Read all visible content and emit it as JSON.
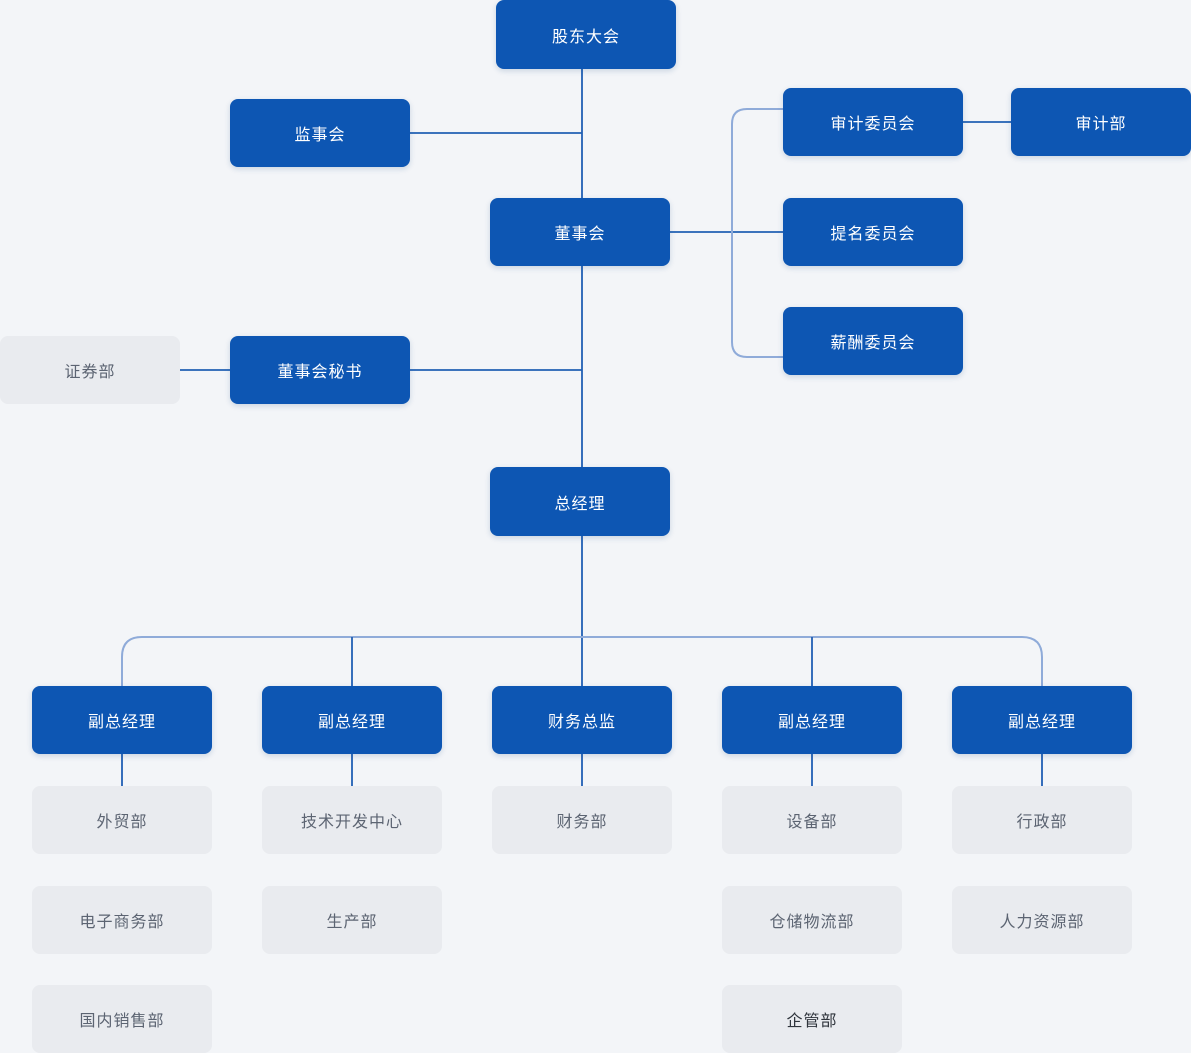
{
  "colors": {
    "background": "#f3f5f8",
    "node_primary": "#0d56b3",
    "node_primary_text": "#ffffff",
    "node_dept": "#e9ebef",
    "node_dept_text": "#5c6472",
    "node_dept_text_active": "#2f343c",
    "connector": "#2160b4",
    "connector_light": "#8fabd9"
  },
  "org_chart": {
    "nodes": {
      "shareholders": {
        "label": "股东大会"
      },
      "supervisory_board": {
        "label": "监事会"
      },
      "audit_committee": {
        "label": "审计委员会"
      },
      "audit_dept": {
        "label": "审计部"
      },
      "board": {
        "label": "董事会"
      },
      "nomination_committee": {
        "label": "提名委员会"
      },
      "compensation_committee": {
        "label": "薪酬委员会"
      },
      "securities_dept": {
        "label": "证券部"
      },
      "board_secretary": {
        "label": "董事会秘书"
      },
      "general_manager": {
        "label": "总经理"
      },
      "deputy_gm_1": {
        "label": "副总经理"
      },
      "deputy_gm_2": {
        "label": "副总经理"
      },
      "cfo": {
        "label": "财务总监"
      },
      "deputy_gm_3": {
        "label": "副总经理"
      },
      "deputy_gm_4": {
        "label": "副总经理"
      },
      "foreign_trade_dept": {
        "label": "外贸部"
      },
      "tech_dev_center": {
        "label": "技术开发中心"
      },
      "finance_dept": {
        "label": "财务部"
      },
      "equipment_dept": {
        "label": "设备部"
      },
      "admin_dept": {
        "label": "行政部"
      },
      "ecommerce_dept": {
        "label": "电子商务部"
      },
      "production_dept": {
        "label": "生产部"
      },
      "warehouse_logistics_dept": {
        "label": "仓储物流部"
      },
      "hr_dept": {
        "label": "人力资源部"
      },
      "domestic_sales_dept": {
        "label": "国内销售部"
      },
      "enterprise_mgmt_dept": {
        "label": "企管部"
      }
    }
  }
}
